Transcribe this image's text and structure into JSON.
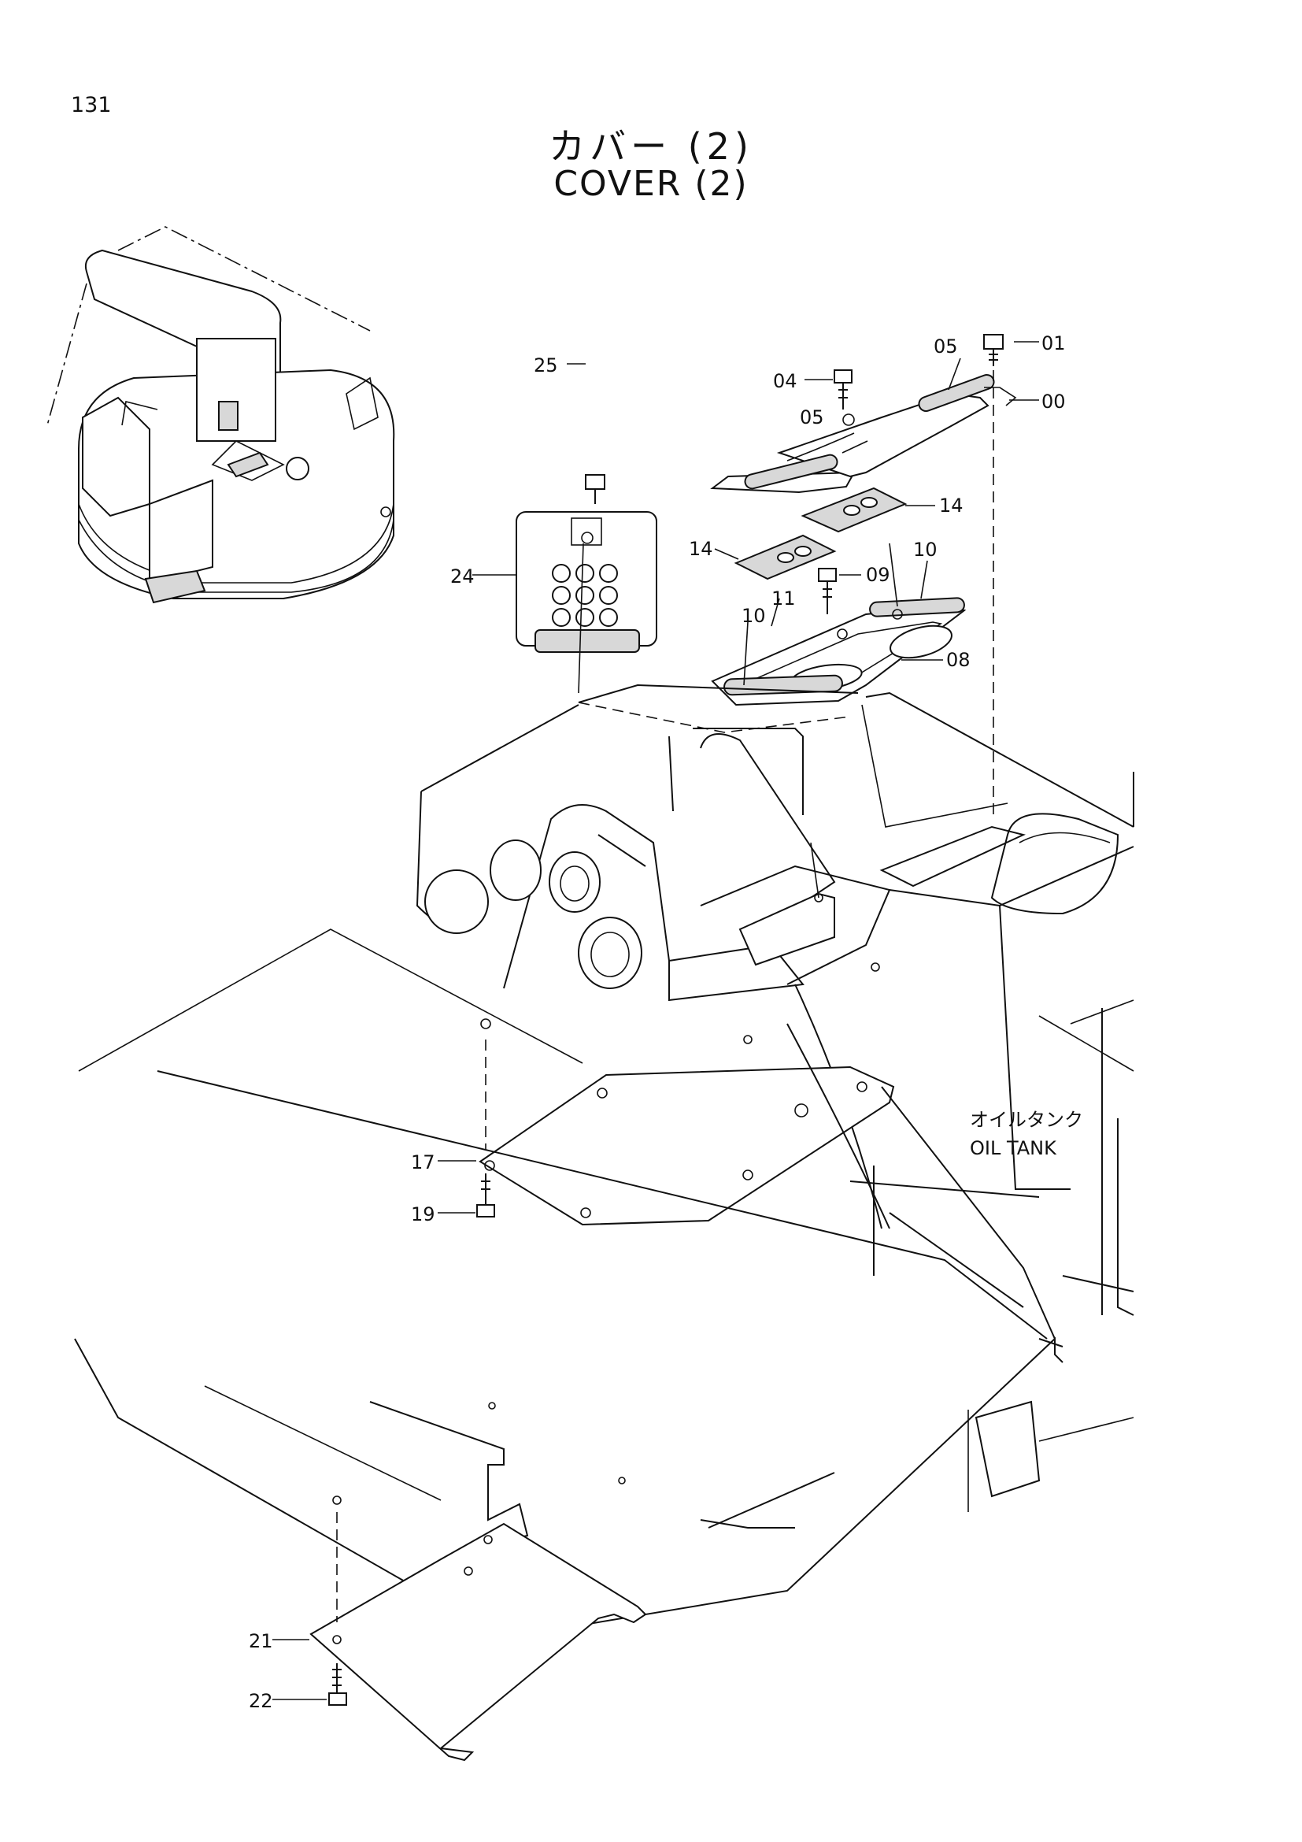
{
  "page": {
    "number": "131"
  },
  "title": {
    "japanese": "カバー (2)",
    "english": "COVER (2)"
  },
  "callouts": {
    "c00": "00",
    "c01": "01",
    "c04": "04",
    "c05a": "05",
    "c05b": "05",
    "c08": "08",
    "c09": "09",
    "c10a": "10",
    "c10b": "10",
    "c11": "11",
    "c14a": "14",
    "c14b": "14",
    "c17": "17",
    "c19": "19",
    "c21": "21",
    "c22": "22",
    "c24": "24",
    "c25": "25"
  },
  "oil_tank": {
    "japanese": "オイルタンク",
    "english": "OIL TANK"
  }
}
